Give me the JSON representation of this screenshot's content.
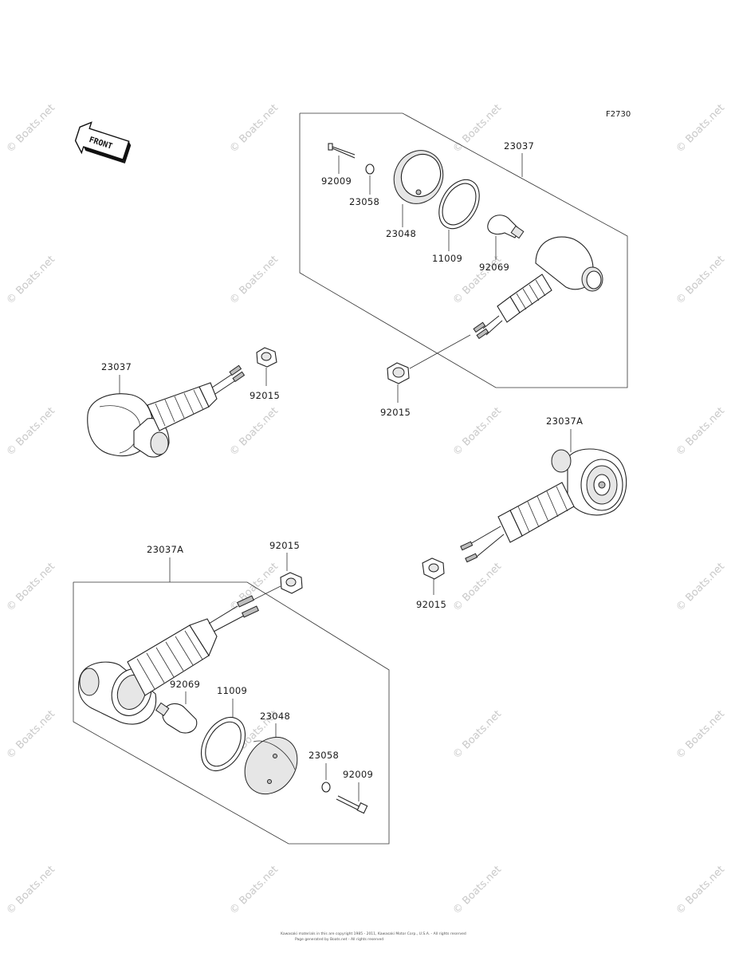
{
  "figure": {
    "code": "F2730"
  },
  "front_arrow": {
    "label": "FRONT"
  },
  "watermark": {
    "text": "© Boats.net"
  },
  "labels": {
    "rear_23037": "23037",
    "rear_92009": "92009",
    "rear_23058": "23058",
    "rear_23048": "23048",
    "rear_11009": "11009",
    "rear_92069": "92069",
    "rear_92015": "92015",
    "left_23037": "23037",
    "left_92015": "92015",
    "right_23037A": "23037A",
    "right_92015": "92015",
    "front_23037A": "23037A",
    "front_92015": "92015",
    "front_92069": "92069",
    "front_11009": "11009",
    "front_23048": "23048",
    "front_23058": "23058",
    "front_92009": "92009"
  },
  "footer": {
    "line1": "Kawasaki materials in this are copyright 1985 - 2011, Kawasaki Motor Corp., U.S.A. - All rights reserved",
    "line2": "Page generated by Boats.net - All rights reserved"
  }
}
